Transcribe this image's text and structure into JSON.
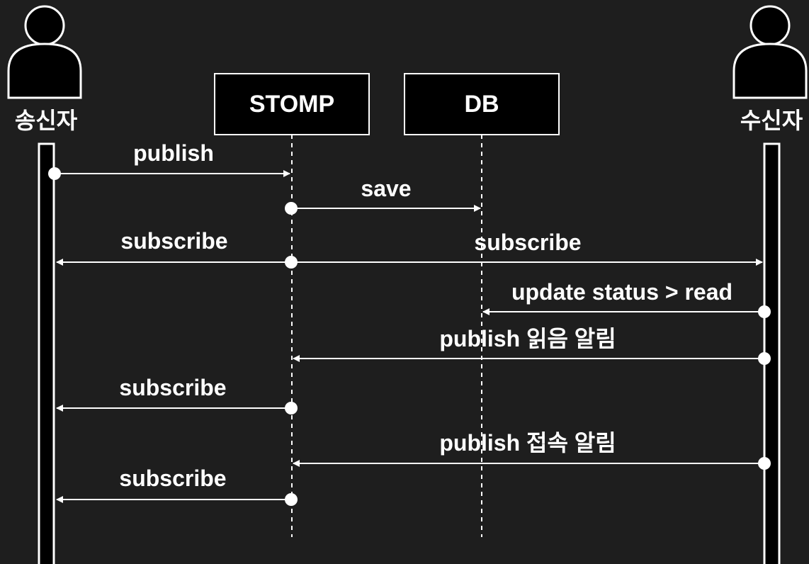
{
  "colors": {
    "background": "#1e1e1e",
    "foreground": "#ffffff",
    "fill": "#000000"
  },
  "actors": {
    "sender": {
      "label": "송신자",
      "icon": "person-icon"
    },
    "receiver": {
      "label": "수신자",
      "icon": "person-icon"
    }
  },
  "participants": {
    "stomp": {
      "label": "STOMP"
    },
    "db": {
      "label": "DB"
    }
  },
  "messages": [
    {
      "label": "publish",
      "from": "sender",
      "to": "stomp"
    },
    {
      "label": "save",
      "from": "stomp",
      "to": "db"
    },
    {
      "label": "subscribe",
      "from": "stomp",
      "to": "sender"
    },
    {
      "label": "subscribe",
      "from": "stomp",
      "to": "receiver"
    },
    {
      "label": "update status > read",
      "from": "receiver",
      "to": "db"
    },
    {
      "label": "publish 읽음 알림",
      "from": "receiver",
      "to": "stomp"
    },
    {
      "label": "subscribe",
      "from": "stomp",
      "to": "sender"
    },
    {
      "label": "publish 접속 알림",
      "from": "receiver",
      "to": "stomp"
    },
    {
      "label": "subscribe",
      "from": "stomp",
      "to": "sender"
    }
  ]
}
